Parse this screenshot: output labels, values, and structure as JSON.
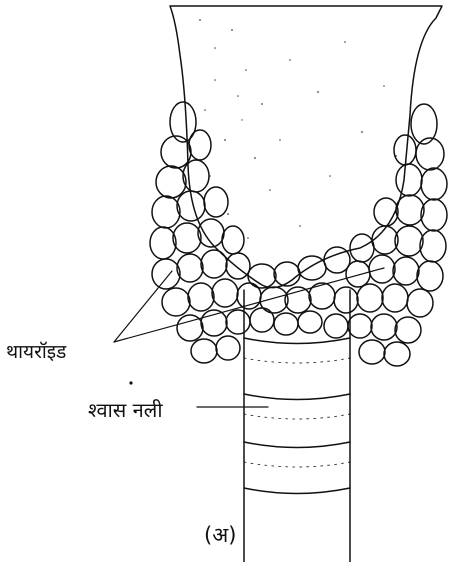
{
  "labels": {
    "thyroid": "थायरॉइड",
    "trachea": "श्वास नली"
  },
  "caption": "(अ)",
  "colors": {
    "ink": "#111111",
    "background": "#ffffff"
  }
}
